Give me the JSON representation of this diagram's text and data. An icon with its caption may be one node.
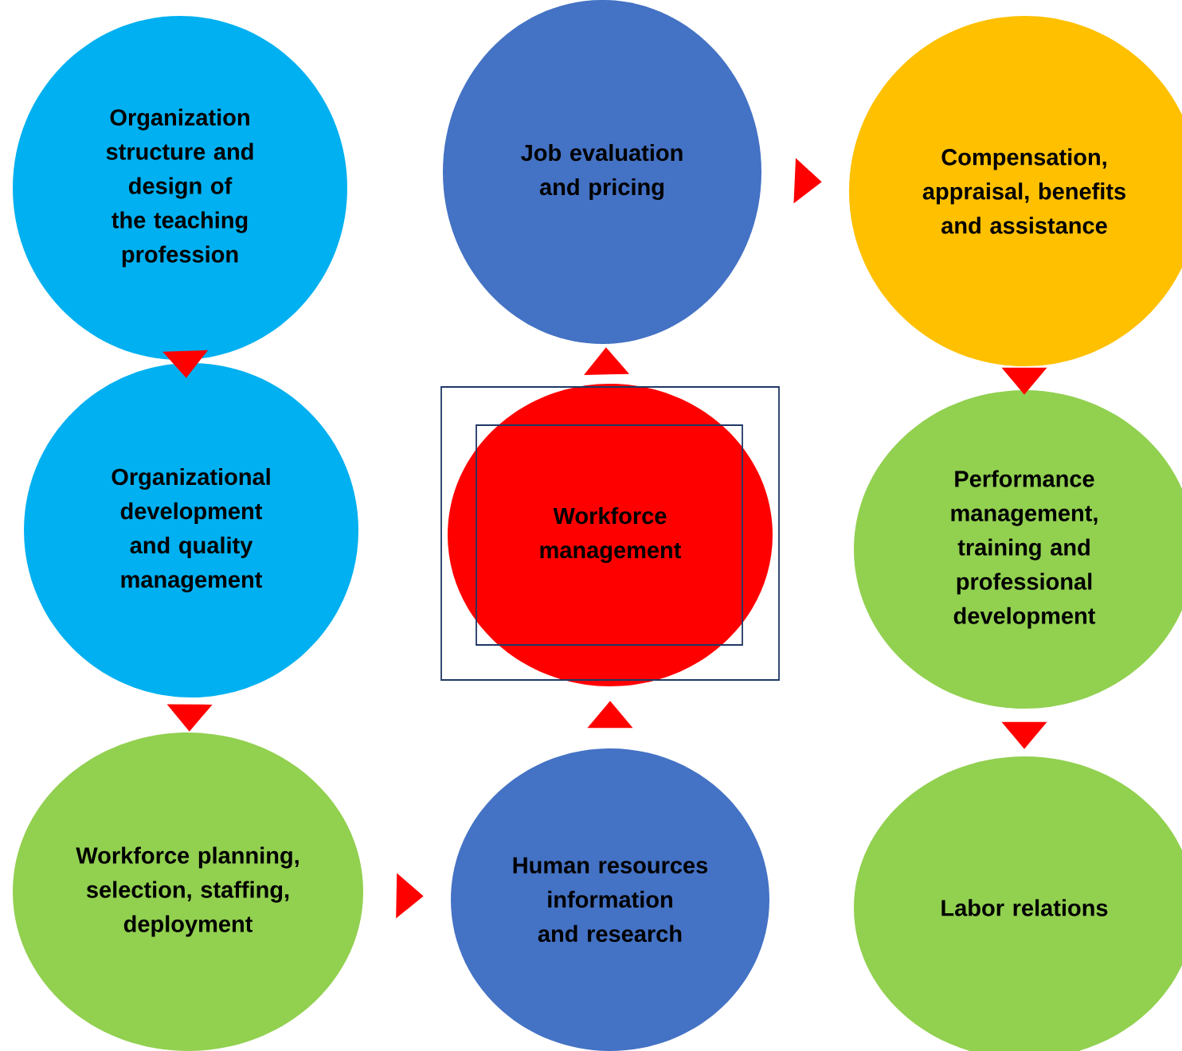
{
  "diagram": {
    "nodes": [
      {
        "text": [
          "Organization structure and design of the teaching profession"
        ]
      },
      {
        "text": [
          "Job evaluation and pricing"
        ]
      },
      {
        "text": [
          "Compensation, appraisal, benefits and assistance"
        ]
      },
      {
        "text": [
          "Organizational development and quality management"
        ]
      },
      {
        "text": [
          "Workforce management"
        ]
      },
      {
        "text": [
          "Performance management, training and professional development"
        ]
      },
      {
        "text": [
          "Workforce planning, selection, staffing, deployment"
        ]
      },
      {
        "text": [
          "Human resources information and research"
        ]
      },
      {
        "text": [
          "Labor relations"
        ]
      }
    ],
    "edges": [
      {
        "from": 0,
        "to": 3,
        "arrow": "to"
      },
      {
        "from": 3,
        "to": 6,
        "arrow": "to"
      },
      {
        "from": 6,
        "to": 7,
        "arrow": "to"
      },
      {
        "from": 7,
        "to": 4,
        "arrow": "to"
      },
      {
        "from": 4,
        "to": 1,
        "arrow": "to"
      },
      {
        "from": 1,
        "to": 2,
        "arrow": "to"
      },
      {
        "from": 2,
        "to": 5,
        "arrow": "to"
      },
      {
        "from": 5,
        "to": 8,
        "arrow": "to"
      }
    ]
  }
}
